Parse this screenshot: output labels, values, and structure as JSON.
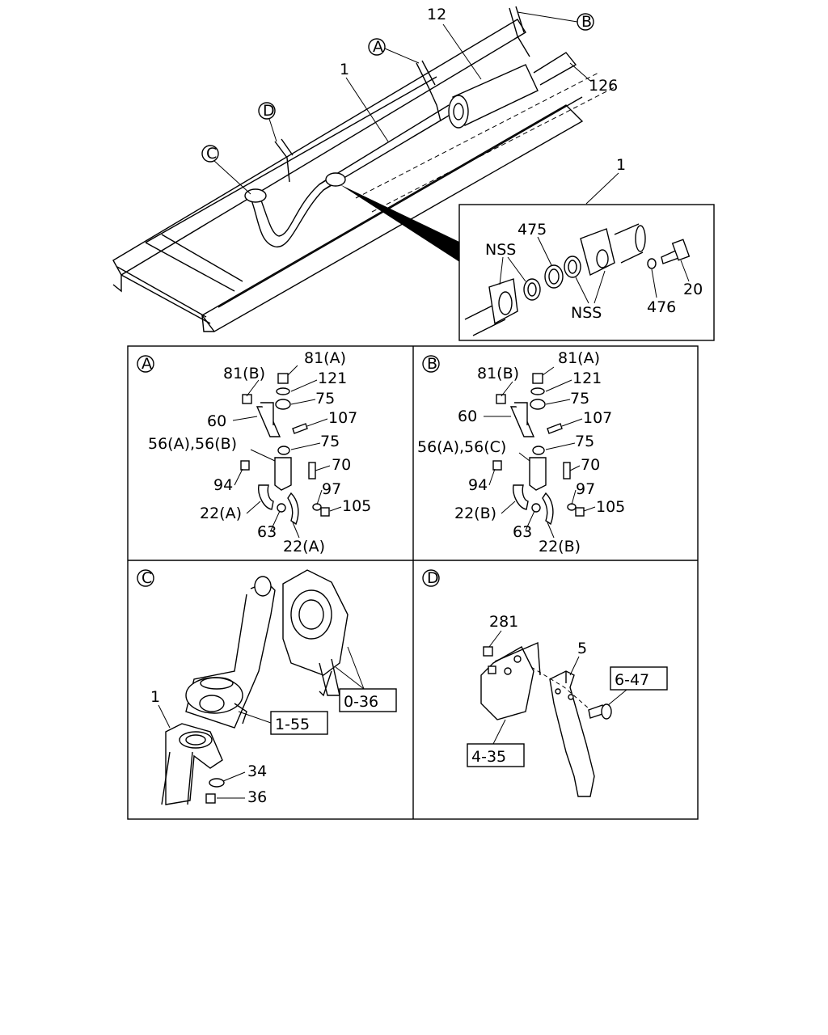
{
  "overview": {
    "callouts": {
      "a": "A",
      "b": "B",
      "c": "C",
      "d": "D",
      "n1": "1",
      "n12": "12",
      "n126": "126"
    }
  },
  "detail_1": {
    "ref": "1",
    "labels": {
      "nss_top": "NSS",
      "n475": "475",
      "nss_bottom": "NSS",
      "n476": "476",
      "n20": "20"
    }
  },
  "panels": {
    "a": {
      "letter": "A",
      "labels": [
        "81(A)",
        "81(B)",
        "121",
        "75",
        "60",
        "107",
        "56(A),56(B)",
        "75",
        "70",
        "94",
        "97",
        "22(A)",
        "105",
        "63",
        "22(A)"
      ]
    },
    "b": {
      "letter": "B",
      "labels": [
        "81(A)",
        "81(B)",
        "121",
        "75",
        "60",
        "107",
        "56(A),56(C)",
        "75",
        "70",
        "94",
        "97",
        "22(B)",
        "105",
        "63",
        "22(B)"
      ]
    },
    "c": {
      "letter": "C",
      "labels": {
        "n1": "1",
        "ref155": "1-55",
        "ref036": "0-36",
        "n34": "34",
        "n36": "36"
      }
    },
    "d": {
      "letter": "D",
      "labels": {
        "n281": "281",
        "n5": "5",
        "ref647": "6-47",
        "ref435": "4-35"
      }
    }
  }
}
